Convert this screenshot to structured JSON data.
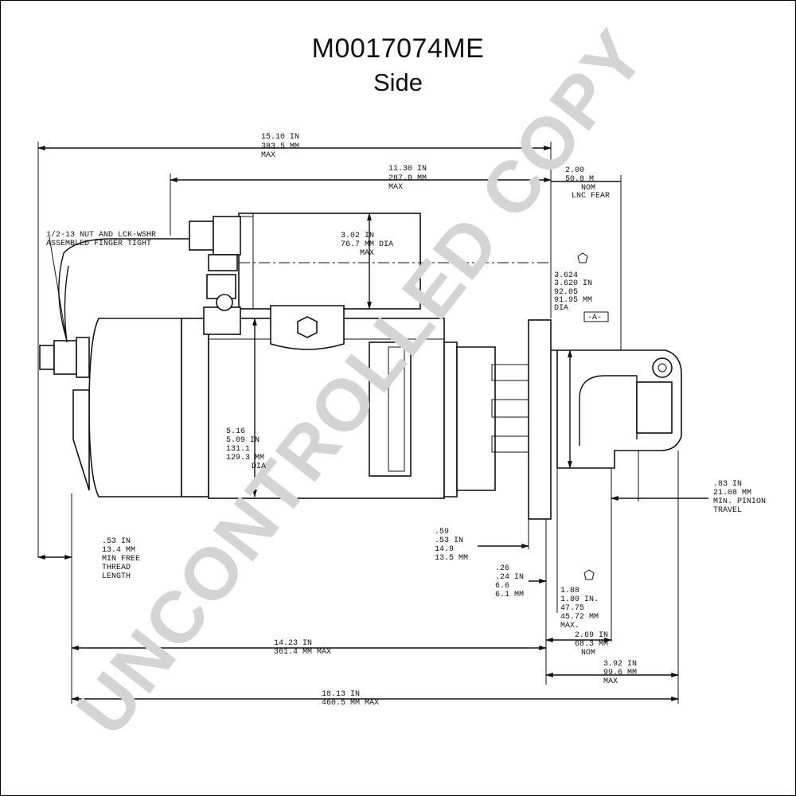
{
  "title": "M0017074ME",
  "subtitle": "Side",
  "watermark": "UNCONTROLLED COPY",
  "labels": {
    "overall_top": [
      "15.10 IN",
      "383.5 MM",
      "MAX"
    ],
    "solenoid_span": [
      "11.30 IN",
      "287.0 MM",
      "MAX"
    ],
    "flange_nom": [
      "2.00",
      "50.8 M",
      "NOM",
      "LNC FEAR"
    ],
    "nut_note": [
      "1/2-13 NUT AND LCK-WSHR",
      "ASSEMBLED FINGER TIGHT"
    ],
    "solenoid_dia": [
      "3.02 IN",
      "76.7 MM DIA",
      "MAX"
    ],
    "pilot_dia": [
      "3.624",
      "3.620 IN",
      "92.05",
      "91.95 MM",
      "DIA"
    ],
    "datum": "-A-",
    "motor_dia": [
      "5.16",
      "5.09 IN",
      "131.1",
      "129.3 MM",
      "DIA"
    ],
    "pinion_travel": [
      ".83 IN",
      "21.08 MM",
      "MIN. PINION",
      "TRAVEL"
    ],
    "thread_length": [
      ".53 IN",
      "13.4 MM",
      "MIN FREE",
      "THREAD",
      "LENGTH"
    ],
    "flange_thk": [
      ".59",
      ".53 IN",
      "14.9",
      "13.5 MM"
    ],
    "gap": [
      ".26",
      ".24 IN",
      "6.6",
      "6.1 MM"
    ],
    "pinion_pos": [
      "1.88",
      "1.80 IN.",
      "47.75",
      "45.72 MM",
      "MAX."
    ],
    "nose_len": [
      "2.69 IN",
      "68.3 MM",
      "NOM"
    ],
    "nose_max": [
      "3.92 IN",
      "99.6 MM",
      "MAX"
    ],
    "body_len": [
      "14.23 IN",
      "361.4 MM MAX"
    ],
    "overall_bottom": [
      "18.13 IN",
      "460.5 MM MAX"
    ]
  }
}
